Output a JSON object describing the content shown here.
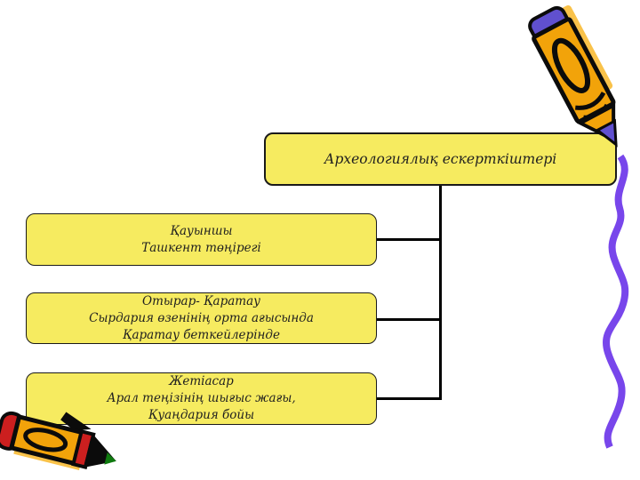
{
  "slide": {
    "background": "#ffffff",
    "diagram": {
      "root": {
        "title": "Археологиялық ескерткіштері"
      },
      "nodes": [
        {
          "line1": "Қауыншы",
          "line2": "Ташкент төңірегі",
          "line3": ""
        },
        {
          "line1": "Отырар- Қаратау",
          "line2": "Сырдария өзенінің орта ағысында",
          "line3": "Қаратау беткейлерінде"
        },
        {
          "line1": "Жетіасар",
          "line2": "Арал теңізінің шығыс жағы,",
          "line3": "Қуаңдария бойы"
        }
      ],
      "colors": {
        "node_fill": "#F6EB60",
        "node_border": "#1a1a1a",
        "connector": "#000000",
        "text": "#1f1f1f"
      }
    },
    "decorations": {
      "top_right_icon": "crayon-writing-icon",
      "bottom_left_icon": "crayon-icon",
      "wavy_line_icon": "purple-squiggle-line",
      "colors": {
        "squiggle": "#7846EB",
        "crayon_orange": "#F2A30A",
        "crayon_orange_shadow": "#F9C24A",
        "crayon_purple": "#6050CF",
        "crayon_red": "#CC1F1F",
        "crayon_green": "#0F7A0F",
        "outline": "#0b0b0b"
      }
    }
  }
}
